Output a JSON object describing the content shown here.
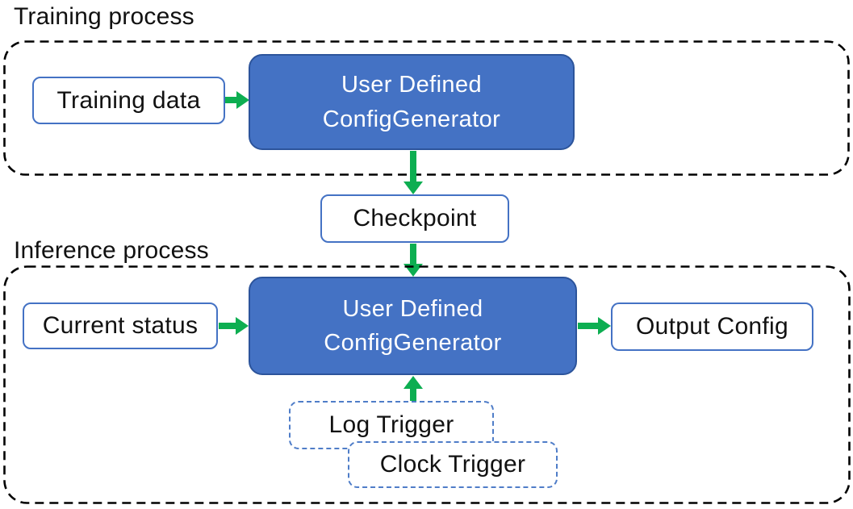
{
  "training": {
    "title": "Training process",
    "input_label": "Training data",
    "generator": {
      "line1": "User Defined",
      "line2": "ConfigGenerator"
    }
  },
  "checkpoint": {
    "label": "Checkpoint"
  },
  "inference": {
    "title": "Inference process",
    "input_label": "Current status",
    "generator": {
      "line1": "User Defined",
      "line2": "ConfigGenerator"
    },
    "output_label": "Output Config",
    "log_trigger_label": "Log Trigger",
    "clock_trigger_label": "Clock Trigger"
  },
  "colors": {
    "background": "#FFFFFF",
    "node_fill": "#4472C4",
    "node_border": "#2C549B",
    "outline_blue": "#4472C4",
    "trigger_dash": "#4F7DC8",
    "arrow_green": "#0DAE51",
    "container_dash": "#000000",
    "text_dark": "#111111",
    "text_light": "#FFFFFF"
  }
}
